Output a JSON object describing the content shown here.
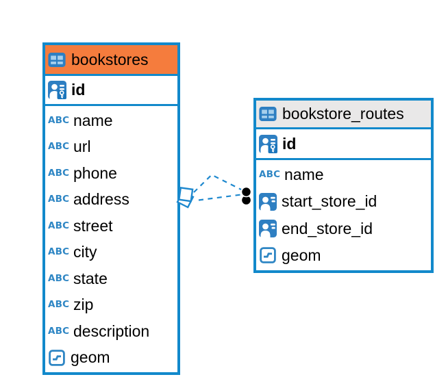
{
  "diagram": {
    "text_type_glyph": "ABC",
    "bookstores": {
      "title": "bookstores",
      "header_color": "#F57C3D",
      "table_icon": "table-icon",
      "pk_field": {
        "label": "id",
        "icon": "primary-key-icon"
      },
      "fields": [
        {
          "label": "name",
          "icon": "text-type-icon"
        },
        {
          "label": "url",
          "icon": "text-type-icon"
        },
        {
          "label": "phone",
          "icon": "text-type-icon"
        },
        {
          "label": "address",
          "icon": "text-type-icon"
        },
        {
          "label": "street",
          "icon": "text-type-icon"
        },
        {
          "label": "city",
          "icon": "text-type-icon"
        },
        {
          "label": "state",
          "icon": "text-type-icon"
        },
        {
          "label": "zip",
          "icon": "text-type-icon"
        },
        {
          "label": "description",
          "icon": "text-type-icon"
        },
        {
          "label": "geom",
          "icon": "geometry-type-icon"
        }
      ]
    },
    "bookstore_routes": {
      "title": "bookstore_routes",
      "header_color": "#E9E8E8",
      "table_icon": "table-icon",
      "pk_field": {
        "label": "id",
        "icon": "primary-key-icon"
      },
      "fields": [
        {
          "label": "name",
          "icon": "text-type-icon"
        },
        {
          "label": "start_store_id",
          "icon": "reference-type-icon"
        },
        {
          "label": "end_store_id",
          "icon": "reference-type-icon"
        },
        {
          "label": "geom",
          "icon": "geometry-type-icon"
        }
      ]
    },
    "relationship": {
      "from_table": "bookstores",
      "to_table": "bookstore_routes",
      "line_style": "dashed",
      "line_color": "#1E88CE",
      "from_marker": "overlapping-squares",
      "to_marker": "stacked-black-dots",
      "line_count": 2
    }
  },
  "colors": {
    "table_border": "#1289CB",
    "bookstores_header": "#F57C3D",
    "routes_header": "#E9E8E8",
    "icon_blue": "#2E7FC2",
    "icon_light_blue": "#A6CFEC",
    "icon_text_blue": "#2E86C4"
  }
}
